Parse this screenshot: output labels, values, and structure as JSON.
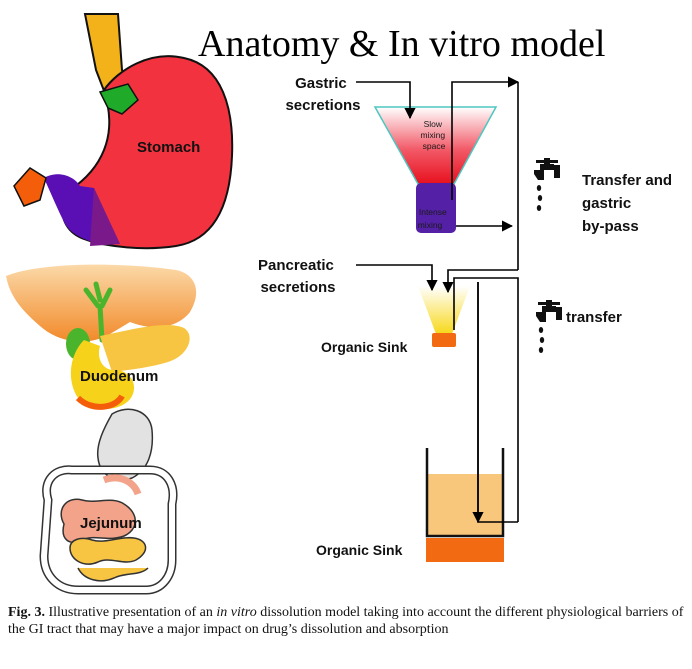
{
  "title": "Anatomy & In vitro model",
  "organs": {
    "stomach": "Stomach",
    "duodenum": "Duodenum",
    "jejunum": "Jejunum"
  },
  "model": {
    "gastric_secretions": [
      "Gastric",
      "secretions"
    ],
    "slow_mixing": [
      "Slow",
      "mixing",
      "space"
    ],
    "intense_mixing": [
      "Intense",
      "mixing"
    ],
    "pancreatic_secretions": [
      "Pancreatic",
      "secretions"
    ],
    "organic_sink_1": "Organic Sink",
    "organic_sink_2": "Organic Sink",
    "transfer_bypass": [
      "Transfer and",
      "gastric",
      "by-pass"
    ],
    "transfer": "transfer"
  },
  "caption": {
    "fig_label": "Fig. 3.",
    "part1": " Illustrative presentation of an ",
    "italic": "in vitro",
    "part2": " dissolution model taking into account the different physiological barriers of the GI tract that may have a major impact on drug’s dissolution and absorption"
  },
  "colors": {
    "stomach": "#f2333f",
    "esophagus": "#f3b21a",
    "pylorus_green": "#1faa2a",
    "antrum_purple": "#5a0fb4",
    "duodenal_orange": "#f45e0a",
    "liver": "#f7a24a",
    "bile_green": "#4ab52c",
    "duodenum_yellow": "#f7d21b",
    "jejunum_pink": "#f2a38a",
    "intestine_yellow": "#f7c542",
    "funnel_top": "#e8101e",
    "funnel_cyan_outline": "#4bc7c0",
    "chamber_blue": "#5420a6",
    "pancreatic_funnel": "#f7e21a",
    "sink": "#f26b12",
    "beaker_fill": "#f8c77c"
  },
  "icons": [
    "faucet-icon",
    "faucet-icon"
  ]
}
